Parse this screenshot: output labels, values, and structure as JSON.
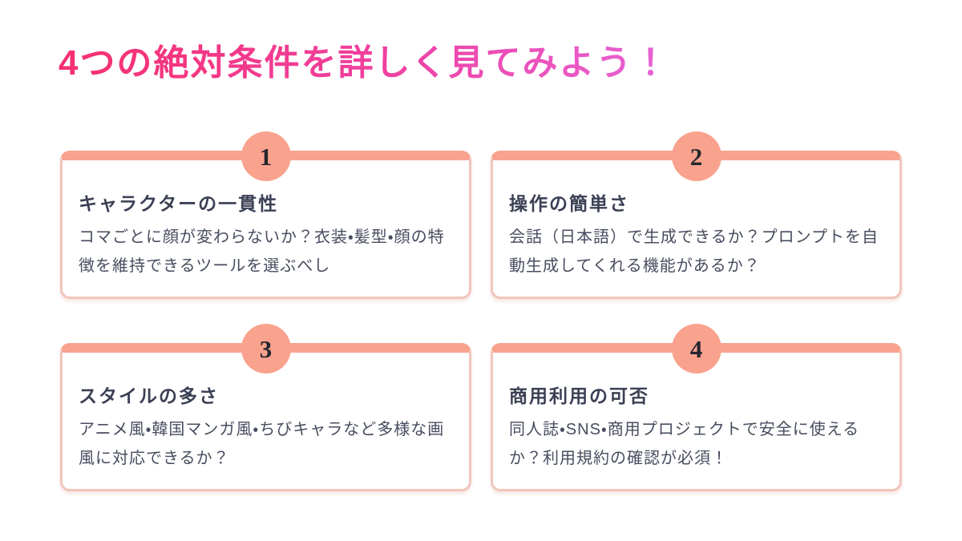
{
  "page": {
    "title": "4つの絶対条件を詳しく見てみよう！"
  },
  "colors": {
    "accent_salmon": "#f9a28d",
    "card_border_light_salmon": "#f1c5bb",
    "heading_text": "#3b4054",
    "body_text": "#474d5f",
    "badge_number": "#25262e",
    "title_gradient_start": "#f6306f",
    "title_gradient_end": "#e763d6",
    "background": "#ffffff"
  },
  "cards": [
    {
      "number": "1",
      "title": "キャラクターの一貫性",
      "description": "コマごとに顔が変わらないか？衣装・髪型・顔の特徴を維持できるツールを選ぶべし"
    },
    {
      "number": "2",
      "title": "操作の簡単さ",
      "description": "会話（日本語）で生成できるか？プロンプトを自動生成してくれる機能があるか？"
    },
    {
      "number": "3",
      "title": "スタイルの多さ",
      "description": "アニメ風・韓国マンガ風・ちびキャラなど多様な画風に対応できるか？"
    },
    {
      "number": "4",
      "title": "商用利用の可否",
      "description": "同人誌・SNS・商用プロジェクトで安全に使えるか？利用規約の確認が必須！"
    }
  ]
}
